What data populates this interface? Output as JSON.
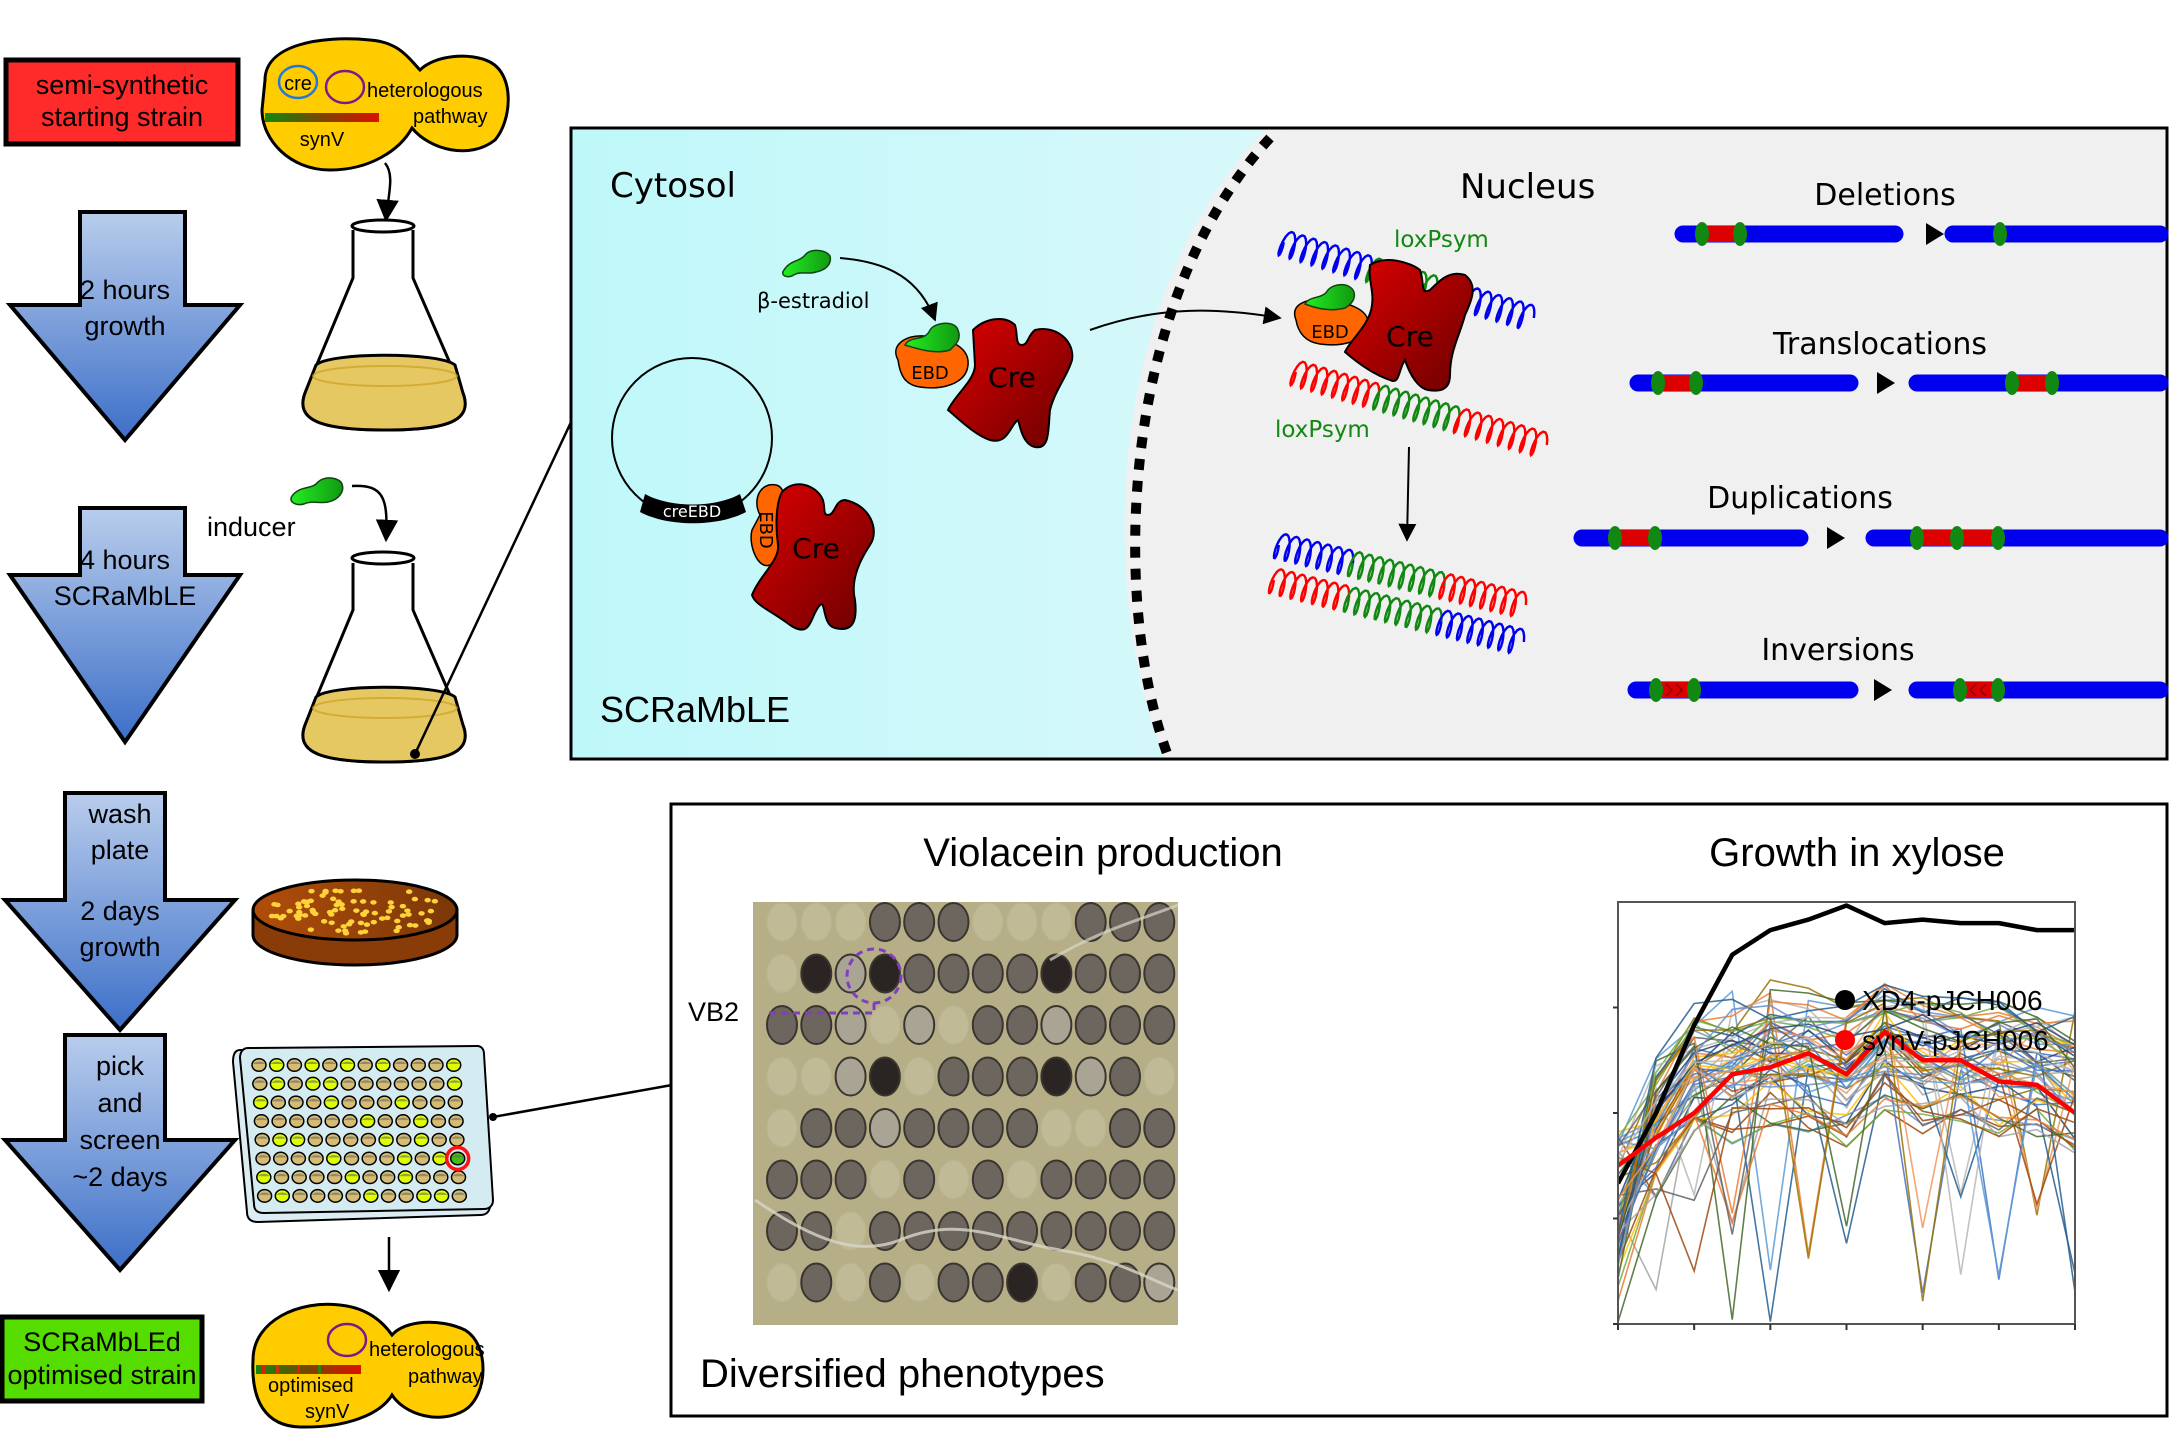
{
  "workflow": {
    "start_strain": {
      "label_line1": "semi-synthetic",
      "label_line2": "starting strain",
      "color": "#ff2a2a"
    },
    "start_cell": {
      "plasmid_cre": "cre",
      "pathway_line1": "heterologous",
      "pathway_line2": "pathway",
      "chromosome": "synV"
    },
    "steps": [
      {
        "line1": "2 hours",
        "line2": "growth"
      },
      {
        "line1": "4 hours",
        "line2": "SCRaMbLE"
      },
      {
        "line1": "wash",
        "line2": "plate",
        "line3": "2 days",
        "line4": "growth"
      },
      {
        "line1": "pick",
        "line2": "and",
        "line3": "screen",
        "line4": "~2 days"
      }
    ],
    "inducer_label": "inducer",
    "end_strain": {
      "label_line1": "SCRaMbLEd",
      "label_line2": "optimised strain",
      "color": "#55dd00"
    },
    "end_cell": {
      "pathway_line1": "heterologous",
      "pathway_line2": "pathway",
      "chromosome_line1": "optimised",
      "chromosome_line2": "synV"
    }
  },
  "scramble_panel": {
    "cytosol_label": "Cytosol",
    "nucleus_label": "Nucleus",
    "method_label": "SCRaMbLE",
    "estradiol_label": "β-estradiol",
    "plasmid_label": "creEBD",
    "ebd_label": "EBD",
    "cre_label": "Cre",
    "loxp_label": "loxPsym",
    "rearrangements": [
      "Deletions",
      "Translocations",
      "Duplications",
      "Inversions"
    ]
  },
  "phenotype_panel": {
    "violacein_title": "Violacein production",
    "callout_label": "VB2",
    "footer_label": "Diversified phenotypes",
    "growth_title": "Growth in xylose"
  },
  "chart_data": {
    "type": "line",
    "title": "Growth in xylose",
    "xlabel": "",
    "ylabel": "",
    "x": [
      0,
      1,
      2,
      3,
      4,
      5,
      6,
      7,
      8,
      9,
      10,
      11,
      12
    ],
    "xlim": [
      0,
      12
    ],
    "ylim": [
      0,
      1.2
    ],
    "grid": false,
    "legend": "top-right",
    "highlight_series": [
      {
        "name": "XD4-pJCH006",
        "color": "#000000",
        "values": [
          0.4,
          0.6,
          0.85,
          1.05,
          1.12,
          1.15,
          1.19,
          1.14,
          1.15,
          1.14,
          1.14,
          1.12,
          1.12
        ]
      },
      {
        "name": "synV-pJCH006",
        "color": "#ff0000",
        "values": [
          0.45,
          0.53,
          0.6,
          0.71,
          0.73,
          0.77,
          0.71,
          0.83,
          0.75,
          0.75,
          0.69,
          0.68,
          0.6
        ]
      }
    ],
    "background_series_count": 60,
    "background_band": {
      "low": 0.55,
      "high": 0.9
    }
  }
}
